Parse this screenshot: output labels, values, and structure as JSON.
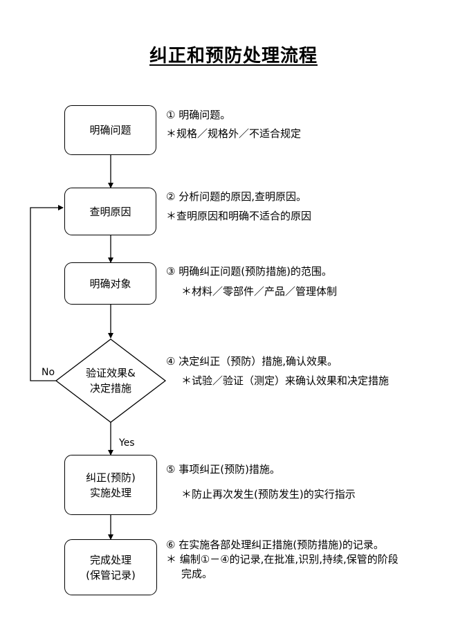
{
  "title": "纠正和预防处理流程",
  "steps": [
    {
      "box": "明确问题",
      "line1": "① 明确问题。",
      "line2": "＊规格／规格外／不适合规定"
    },
    {
      "box": "查明原因",
      "line1": "② 分析问题的原因,查明原因。",
      "line2": "＊查明原因和明确不适合的原因"
    },
    {
      "box": "明确对象",
      "line1": "③ 明确纠正问题(预防措施)的范围。",
      "line2": "＊材料／零部件／产品／管理体制"
    },
    {
      "box_line1": "验证效果&",
      "box_line2": "决定措施",
      "line1": "④ 决定纠正（预防）措施,确认效果。",
      "line2": "＊试验／验证（测定）来确认效果和决定措施"
    },
    {
      "box_line1": "纠正(预防)",
      "box_line2": "实施处理",
      "line1": "⑤ 事项纠正(预防)措施。",
      "line2": "＊防止再次发生(预防发生)的实行指示"
    },
    {
      "box_line1": "完成处理",
      "box_line2": "(保管记录)",
      "line1": "⑥ 在实施各部处理纠正措施(预防措施)的记录。",
      "line2": "＊ 编制①－④的记录,在批准,识别,持续,保管的阶段",
      "line3": "完成。"
    }
  ],
  "labels": {
    "no": "No",
    "yes": "Yes"
  }
}
